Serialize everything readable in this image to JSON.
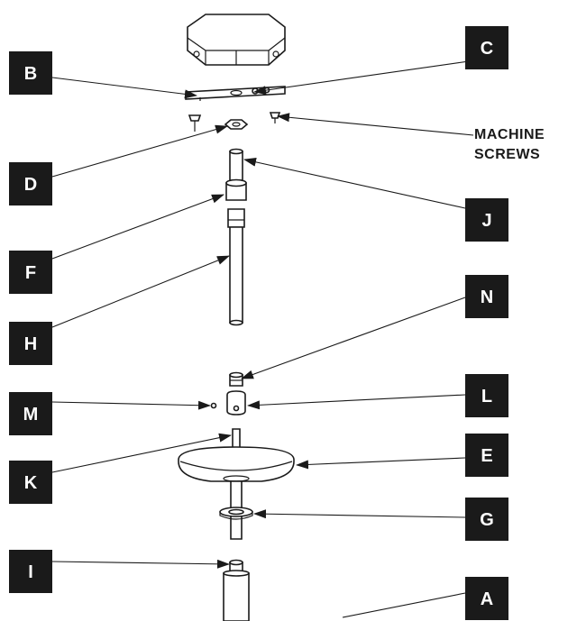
{
  "labels": {
    "a": "A",
    "b": "B",
    "c": "C",
    "d": "D",
    "e": "E",
    "f": "F",
    "g": "G",
    "h": "H",
    "i": "I",
    "j": "J",
    "k": "K",
    "l": "L",
    "m": "M",
    "n": "N"
  },
  "note": {
    "line1": "MACHINE",
    "line2": "SCREWS"
  },
  "colors": {
    "label_box": "#1a1a1a",
    "label_text": "#ffffff",
    "line": "#1a1a1a",
    "background": "#ffffff"
  }
}
